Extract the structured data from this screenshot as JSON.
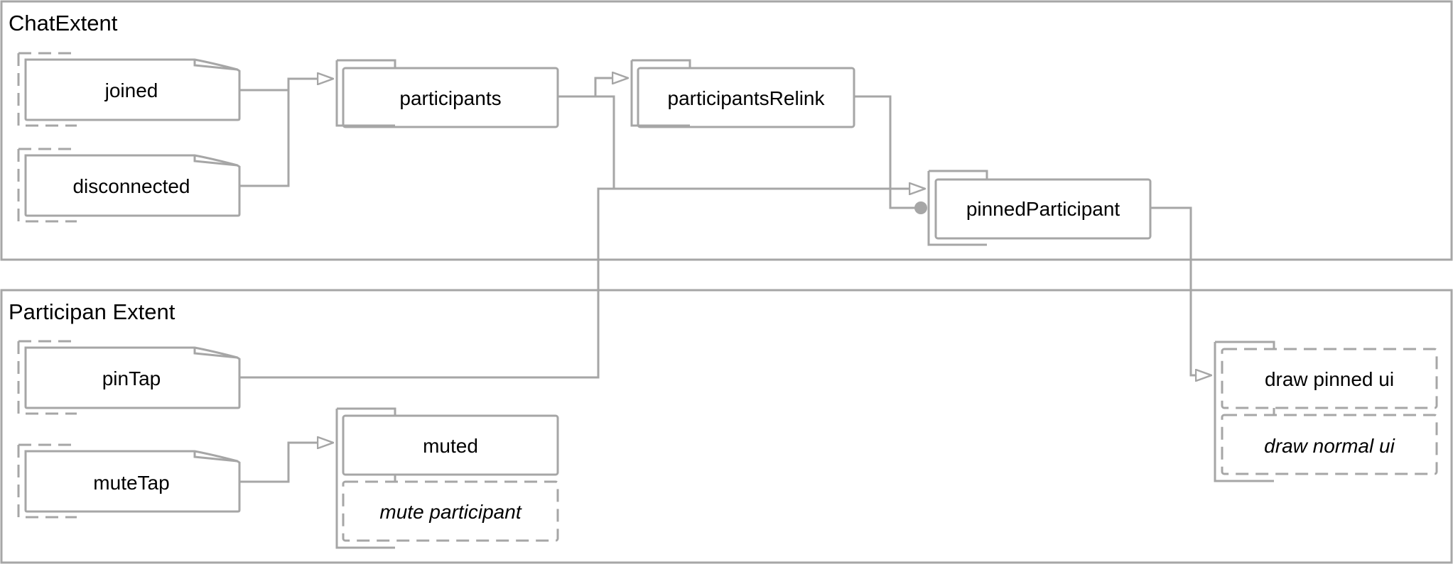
{
  "colors": {
    "stroke": "#a6a6a6",
    "text": "#000000",
    "background": "#ffffff"
  },
  "extents": {
    "chat": {
      "title": "ChatExtent"
    },
    "participant": {
      "title": "Participan Extent"
    }
  },
  "events": {
    "joined": "joined",
    "disconnected": "disconnected",
    "pin_tap": "pinTap",
    "mute_tap": "muteTap"
  },
  "stores": {
    "participants": "participants",
    "participants_relink": "participantsRelink",
    "pinned_participant": "pinnedParticipant",
    "muted": "muted"
  },
  "effects": {
    "mute_participant": "mute participant",
    "draw_pinned_ui": "draw pinned ui",
    "draw_normal_ui": "draw normal ui"
  }
}
